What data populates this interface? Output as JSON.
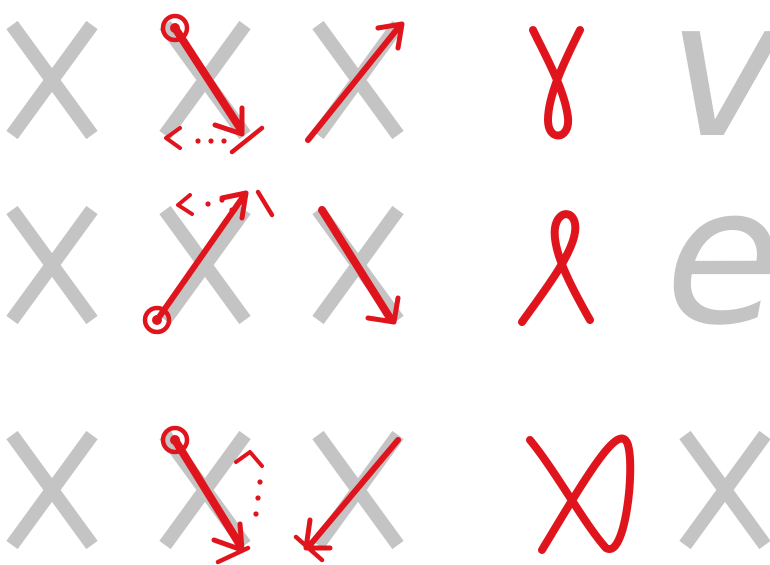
{
  "colors": {
    "gray_glyph": "#c4c4c4",
    "stroke_red": "#e0141c",
    "stroke_dark": "#a8000a"
  },
  "letters": {
    "v": "v",
    "e": "e"
  },
  "rows": [
    {
      "gesture": "down-right-with-return",
      "mirror": "up-right",
      "shape": "loop-down",
      "result": "v"
    },
    {
      "gesture": "up-right-with-return",
      "mirror": "down-right",
      "shape": "loop-up",
      "result": "e"
    },
    {
      "gesture": "down-right-with-return",
      "mirror": "down-left",
      "shape": "x-loop",
      "result": "x"
    }
  ]
}
